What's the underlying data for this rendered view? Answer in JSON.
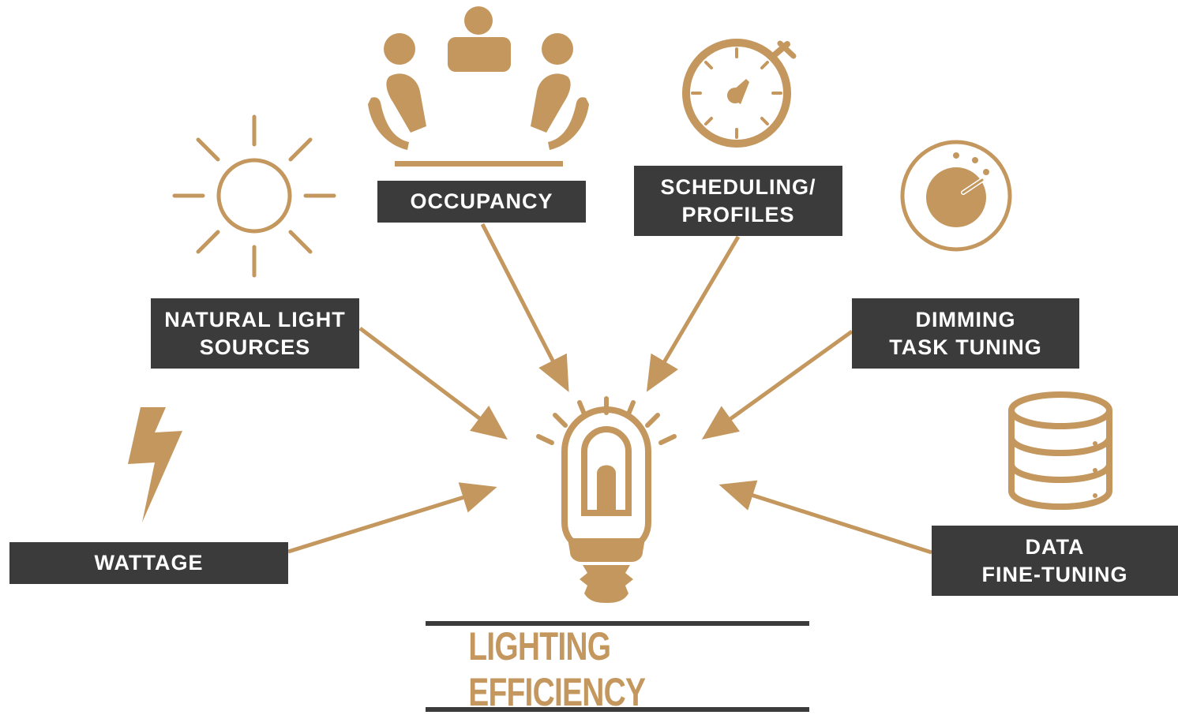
{
  "title": "LIGHTING EFFICIENCY",
  "colors": {
    "accent": "#c4975e",
    "box": "#3b3b3b",
    "text_on_box": "#ffffff"
  },
  "factors": {
    "occupancy": {
      "lines": [
        "OCCUPANCY"
      ],
      "icon": "meeting-people-icon"
    },
    "scheduling": {
      "lines": [
        "SCHEDULING/",
        "PROFILES"
      ],
      "icon": "stopwatch-icon"
    },
    "natural": {
      "lines": [
        "NATURAL LIGHT",
        "SOURCES"
      ],
      "icon": "sun-icon"
    },
    "dimming": {
      "lines": [
        "DIMMING",
        "TASK TUNING"
      ],
      "icon": "dimmer-knob-icon"
    },
    "wattage": {
      "lines": [
        "WATTAGE"
      ],
      "icon": "lightning-bolt-icon"
    },
    "data": {
      "lines": [
        "DATA",
        "FINE-TUNING"
      ],
      "icon": "database-icon"
    }
  },
  "center_icon": "light-bulb-icon"
}
